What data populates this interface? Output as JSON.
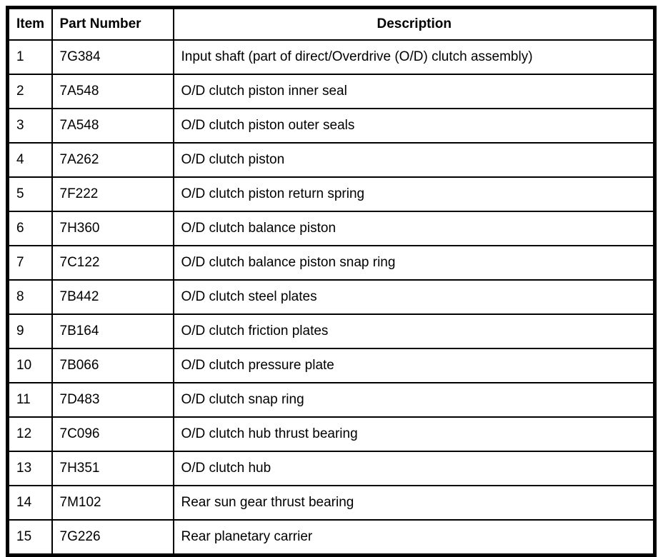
{
  "table": {
    "columns": {
      "item": "Item",
      "part_number": "Part Number",
      "description": "Description"
    },
    "rows": [
      {
        "item": "1",
        "part_number": "7G384",
        "description": "Input shaft (part of direct/Overdrive (O/D) clutch assembly)"
      },
      {
        "item": "2",
        "part_number": "7A548",
        "description": "O/D clutch piston inner seal"
      },
      {
        "item": "3",
        "part_number": "7A548",
        "description": "O/D clutch piston outer seals"
      },
      {
        "item": "4",
        "part_number": "7A262",
        "description": "O/D clutch piston"
      },
      {
        "item": "5",
        "part_number": "7F222",
        "description": "O/D clutch piston return spring"
      },
      {
        "item": "6",
        "part_number": "7H360",
        "description": "O/D clutch balance piston"
      },
      {
        "item": "7",
        "part_number": "7C122",
        "description": "O/D clutch balance piston snap ring"
      },
      {
        "item": "8",
        "part_number": "7B442",
        "description": "O/D clutch steel plates"
      },
      {
        "item": "9",
        "part_number": "7B164",
        "description": "O/D clutch friction plates"
      },
      {
        "item": "10",
        "part_number": "7B066",
        "description": "O/D clutch pressure plate"
      },
      {
        "item": "11",
        "part_number": "7D483",
        "description": "O/D clutch snap ring"
      },
      {
        "item": "12",
        "part_number": "7C096",
        "description": "O/D clutch hub thrust bearing"
      },
      {
        "item": "13",
        "part_number": "7H351",
        "description": "O/D clutch hub"
      },
      {
        "item": "14",
        "part_number": "7M102",
        "description": "Rear sun gear thrust bearing"
      },
      {
        "item": "15",
        "part_number": "7G226",
        "description": "Rear planetary carrier"
      }
    ],
    "colors": {
      "border": "#000000",
      "text": "#000000",
      "background": "#ffffff"
    }
  }
}
